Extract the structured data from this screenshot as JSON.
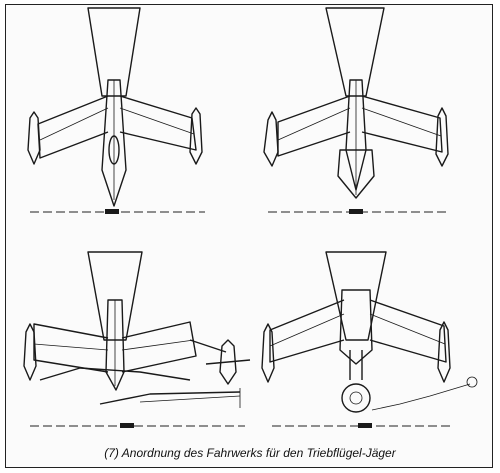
{
  "caption": "(7) Anordnung des Fahrwerks für den Triebflügel-Jäger",
  "views": [
    {
      "name": "view-top-left"
    },
    {
      "name": "view-top-right"
    },
    {
      "name": "view-bottom-left"
    },
    {
      "name": "view-bottom-right"
    }
  ]
}
